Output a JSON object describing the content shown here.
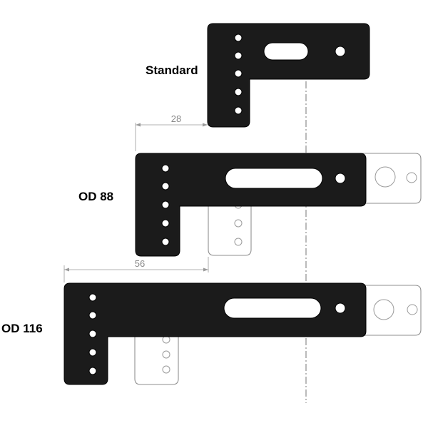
{
  "variants": [
    {
      "label": "Standard"
    },
    {
      "label": "OD 88"
    },
    {
      "label": "OD 116"
    }
  ],
  "dimensions": [
    {
      "value": "28"
    },
    {
      "value": "56"
    }
  ],
  "colors": {
    "bracket": "#1b1b1b",
    "ghost_outline": "#8f8f8f",
    "dimension": "#9a9a9a"
  }
}
